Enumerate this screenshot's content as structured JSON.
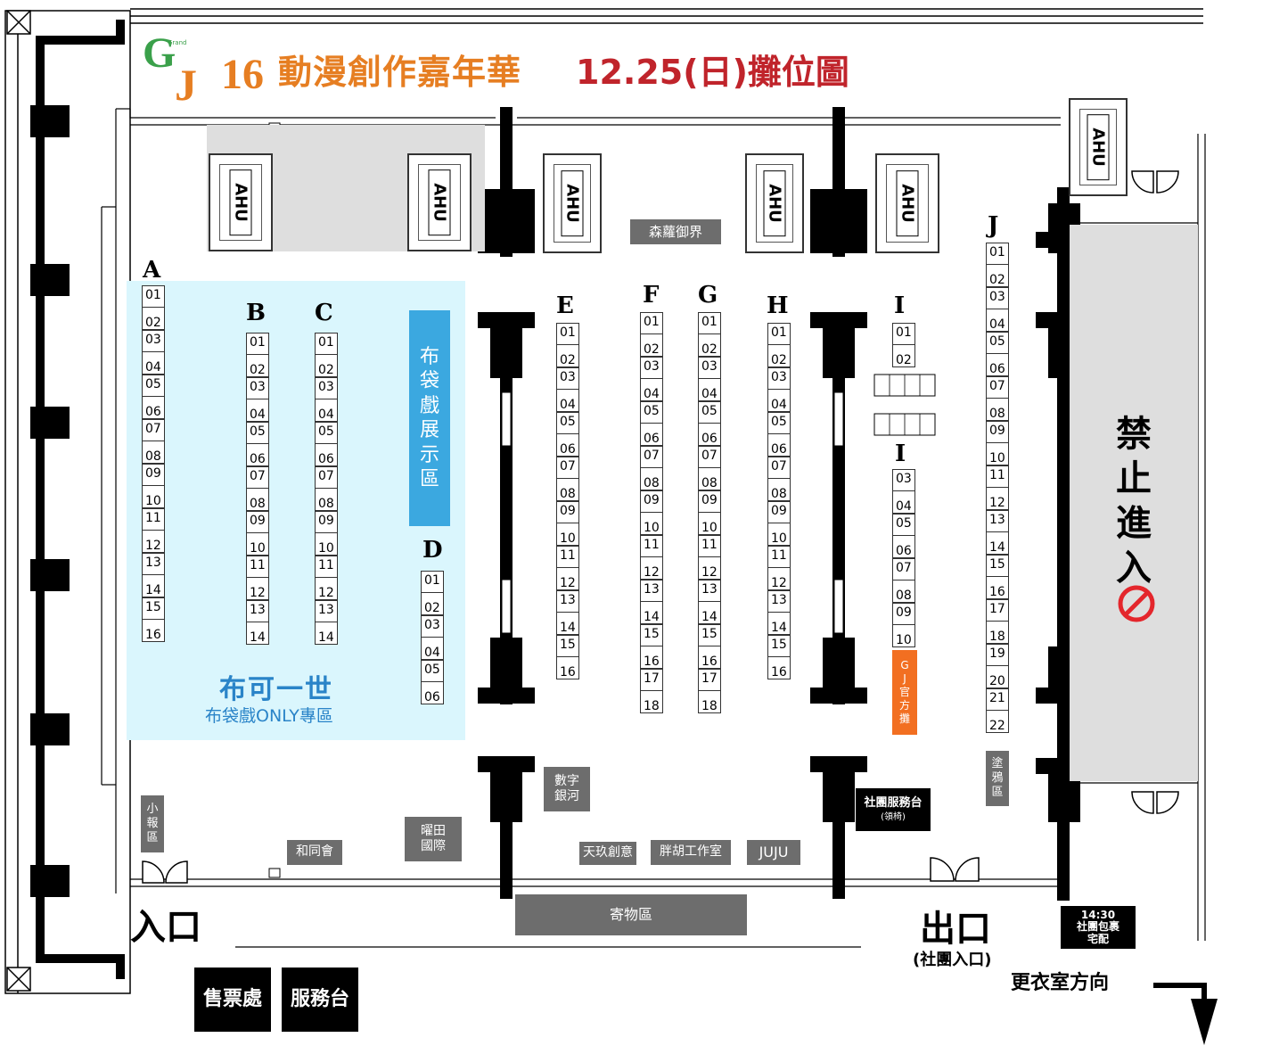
{
  "title": {
    "logo_letters": [
      "G",
      "J"
    ],
    "logo_small": "Grand",
    "number": "16",
    "name": "動漫創作嘉年華",
    "date": "12.25(日)攤位圖"
  },
  "ahu_label": "AHU",
  "rows": {
    "A": {
      "label": "A",
      "booths": [
        "01",
        "02",
        "03",
        "04",
        "05",
        "06",
        "07",
        "08",
        "09",
        "10",
        "11",
        "12",
        "13",
        "14",
        "15",
        "16"
      ]
    },
    "B": {
      "label": "B",
      "booths": [
        "01",
        "02",
        "03",
        "04",
        "05",
        "06",
        "07",
        "08",
        "09",
        "10",
        "11",
        "12",
        "13",
        "14"
      ]
    },
    "C": {
      "label": "C",
      "booths": [
        "01",
        "02",
        "03",
        "04",
        "05",
        "06",
        "07",
        "08",
        "09",
        "10",
        "11",
        "12",
        "13",
        "14"
      ]
    },
    "D": {
      "label": "D",
      "booths": [
        "01",
        "02",
        "03",
        "04",
        "05",
        "06"
      ]
    },
    "E": {
      "label": "E",
      "booths": [
        "01",
        "02",
        "03",
        "04",
        "05",
        "06",
        "07",
        "08",
        "09",
        "10",
        "11",
        "12",
        "13",
        "14",
        "15",
        "16"
      ]
    },
    "F": {
      "label": "F",
      "booths": [
        "01",
        "02",
        "03",
        "04",
        "05",
        "06",
        "07",
        "08",
        "09",
        "10",
        "11",
        "12",
        "13",
        "14",
        "15",
        "16",
        "17",
        "18"
      ]
    },
    "G": {
      "label": "G",
      "booths": [
        "01",
        "02",
        "03",
        "04",
        "05",
        "06",
        "07",
        "08",
        "09",
        "10",
        "11",
        "12",
        "13",
        "14",
        "15",
        "16",
        "17",
        "18"
      ]
    },
    "H": {
      "label": "H",
      "booths": [
        "01",
        "02",
        "03",
        "04",
        "05",
        "06",
        "07",
        "08",
        "09",
        "10",
        "11",
        "12",
        "13",
        "14",
        "15",
        "16"
      ]
    },
    "I_top": {
      "label": "I",
      "booths": [
        "01",
        "02"
      ]
    },
    "I_bottom": {
      "label": "I",
      "booths": [
        "03",
        "04",
        "05",
        "06",
        "07",
        "08",
        "09",
        "10"
      ]
    },
    "J": {
      "label": "J",
      "booths": [
        "01",
        "02",
        "03",
        "04",
        "05",
        "06",
        "07",
        "08",
        "09",
        "10",
        "11",
        "12",
        "13",
        "14",
        "15",
        "16",
        "17",
        "18",
        "19",
        "20",
        "21",
        "22"
      ]
    }
  },
  "areas": {
    "puppet_display": "布袋戲展示區",
    "puppet_zone_title": "布可一世",
    "puppet_zone_sub": "布袋戲ONLY專區",
    "gj_stall": "GJ官方攤",
    "no_entry": "禁止進入",
    "graffiti": "塗鴉區",
    "newspaper": "小報區",
    "storage": "寄物區"
  },
  "vendors": {
    "senluo": "森蘿御界",
    "digital_galaxy": "數字銀河",
    "yaotian": "曜田國際",
    "hetong": "和同會",
    "tianjiu": "天玖創意",
    "panghu": "胖胡工作室",
    "juju": "JUJU"
  },
  "service": {
    "club_desk": "社團服務台",
    "club_desk_sub": "(領椅)",
    "parcel_time": "14:30",
    "parcel_line1": "社團包裹",
    "parcel_line2": "宅配",
    "ticket": "售票處",
    "service_desk": "服務台"
  },
  "doors": {
    "entrance": "入口",
    "exit": "出口",
    "exit_sub": "(社團入口)",
    "changing_room": "更衣室方向"
  },
  "colors": {
    "title_orange": "#e67e22",
    "title_red": "#c0242b",
    "puppet_blue": "#3ba8e0",
    "zone_blue": "#daf6fd",
    "gj_orange": "#f26f21",
    "vendor_gray": "#6d6d6d",
    "no_entry_red": "#e4262c"
  }
}
